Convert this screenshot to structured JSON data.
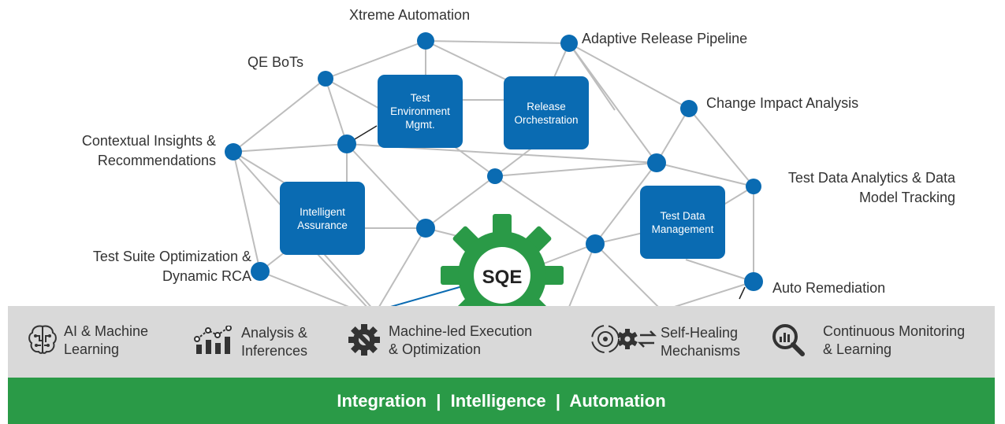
{
  "nodes": [
    {
      "id": "xtreme_automation",
      "label": "Xtreme Automation"
    },
    {
      "id": "adaptive_release",
      "label": "Adaptive Release Pipeline"
    },
    {
      "id": "qe_bots",
      "label": "QE BoTs"
    },
    {
      "id": "change_impact",
      "label": "Change Impact Analysis"
    },
    {
      "id": "contextual_insights",
      "label_lines": [
        "Contextual Insights &",
        "Recommendations"
      ]
    },
    {
      "id": "test_data_analytics",
      "label_lines": [
        "Test Data Analytics & Data",
        "Model Tracking"
      ]
    },
    {
      "id": "test_suite_optimization",
      "label_lines": [
        "Test Suite Optimization &",
        "Dynamic RCA"
      ]
    },
    {
      "id": "auto_remediation",
      "label": "Auto Remediation"
    }
  ],
  "boxes": [
    {
      "id": "test_env",
      "label_lines": [
        "Test",
        "Environment",
        "Mgmt."
      ]
    },
    {
      "id": "release_orch",
      "label_lines": [
        "Release",
        "Orchestration"
      ]
    },
    {
      "id": "intelligent_assurance",
      "label_lines": [
        "Intelligent",
        "Assurance"
      ]
    },
    {
      "id": "test_data_mgmt",
      "label_lines": [
        "Test Data",
        "Management"
      ]
    }
  ],
  "center": {
    "label": "SQE"
  },
  "features": [
    {
      "icon": "brain-icon",
      "label_lines": [
        "AI & Machine",
        "Learning"
      ]
    },
    {
      "icon": "analysis-chart-icon",
      "label_lines": [
        "Analysis &",
        "Inferences"
      ]
    },
    {
      "icon": "gear-wrench-icon",
      "label_lines": [
        "Machine-led Execution",
        "& Optimization"
      ]
    },
    {
      "icon": "self-healing-gear-icon",
      "label_lines": [
        "Self-Healing",
        "Mechanisms"
      ]
    },
    {
      "icon": "monitoring-magnifier-icon",
      "label_lines": [
        "Continuous Monitoring",
        "& Learning"
      ]
    }
  ],
  "footer": {
    "tagline": "Integration  |  Intelligence  |  Automation"
  },
  "colors": {
    "node_blue": "#0a6bb2",
    "gear_green": "#2a9a47",
    "band_gray": "#d9d9d9",
    "line_gray": "#bdbdbd"
  }
}
